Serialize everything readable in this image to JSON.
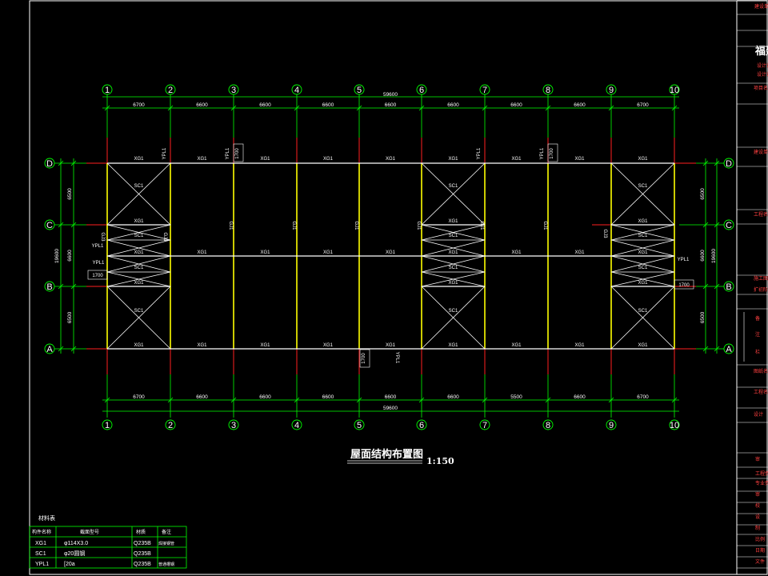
{
  "drawing": {
    "title": "屋面结构布置图",
    "scale": "1:150",
    "axes_top": [
      "1",
      "2",
      "3",
      "4",
      "5",
      "6",
      "7",
      "8",
      "9",
      "10"
    ],
    "rows": [
      "D",
      "C",
      "B",
      "A"
    ],
    "top_spans": [
      "6700",
      "6600",
      "6600",
      "6600",
      "6600",
      "6600",
      "6600",
      "6600",
      "6700"
    ],
    "bottom_spans": [
      "6700",
      "6600",
      "6600",
      "6600",
      "6600",
      "6600",
      "5500",
      "6600",
      "6700"
    ],
    "total_top": "59600",
    "total_bottom": "59600",
    "left_dims": [
      "6500",
      "6600",
      "6500"
    ],
    "left_total": "19600",
    "right_dims": [
      "6500",
      "6600",
      "6500"
    ],
    "right_total": "19600",
    "members": {
      "xg": "XG1",
      "sc": "SC1",
      "ypl": "YPL1",
      "gj": "GJ1",
      "gj3": "GJ3",
      "dim1700": "1700"
    }
  },
  "materials_table": {
    "caption": "材料表",
    "headers": [
      "构件名称",
      "截面型号",
      "材质",
      "备注"
    ],
    "rows": [
      {
        "name": "XG1",
        "section": "φ114X3.0",
        "material": "Q235B",
        "note": "焊接钢管"
      },
      {
        "name": "SC1",
        "section": "φ20圆钢",
        "material": "Q235B",
        "note": ""
      },
      {
        "name": "YPL1",
        "section": "[20a",
        "material": "Q235B",
        "note": "普通槽钢"
      }
    ]
  },
  "title_block": {
    "company": "福建",
    "fields": [
      "建设单位",
      "设计证",
      "设计证",
      "项目名称",
      "建设单位",
      "工程名称",
      "施工图",
      "扩初阶段",
      "备",
      "注",
      "栏",
      "图纸名称",
      "工程名称",
      "设计",
      "审",
      "工程负",
      "专业负",
      "审",
      "校",
      "设",
      "制",
      "比例",
      "日期",
      "文件"
    ]
  },
  "colors": {
    "grid": "#00ff00",
    "column_line": "#ff2020",
    "rafter": "#ffff00",
    "member": "#ffffff",
    "frame": "#ffffff",
    "title_block_text": "#ff4040"
  }
}
